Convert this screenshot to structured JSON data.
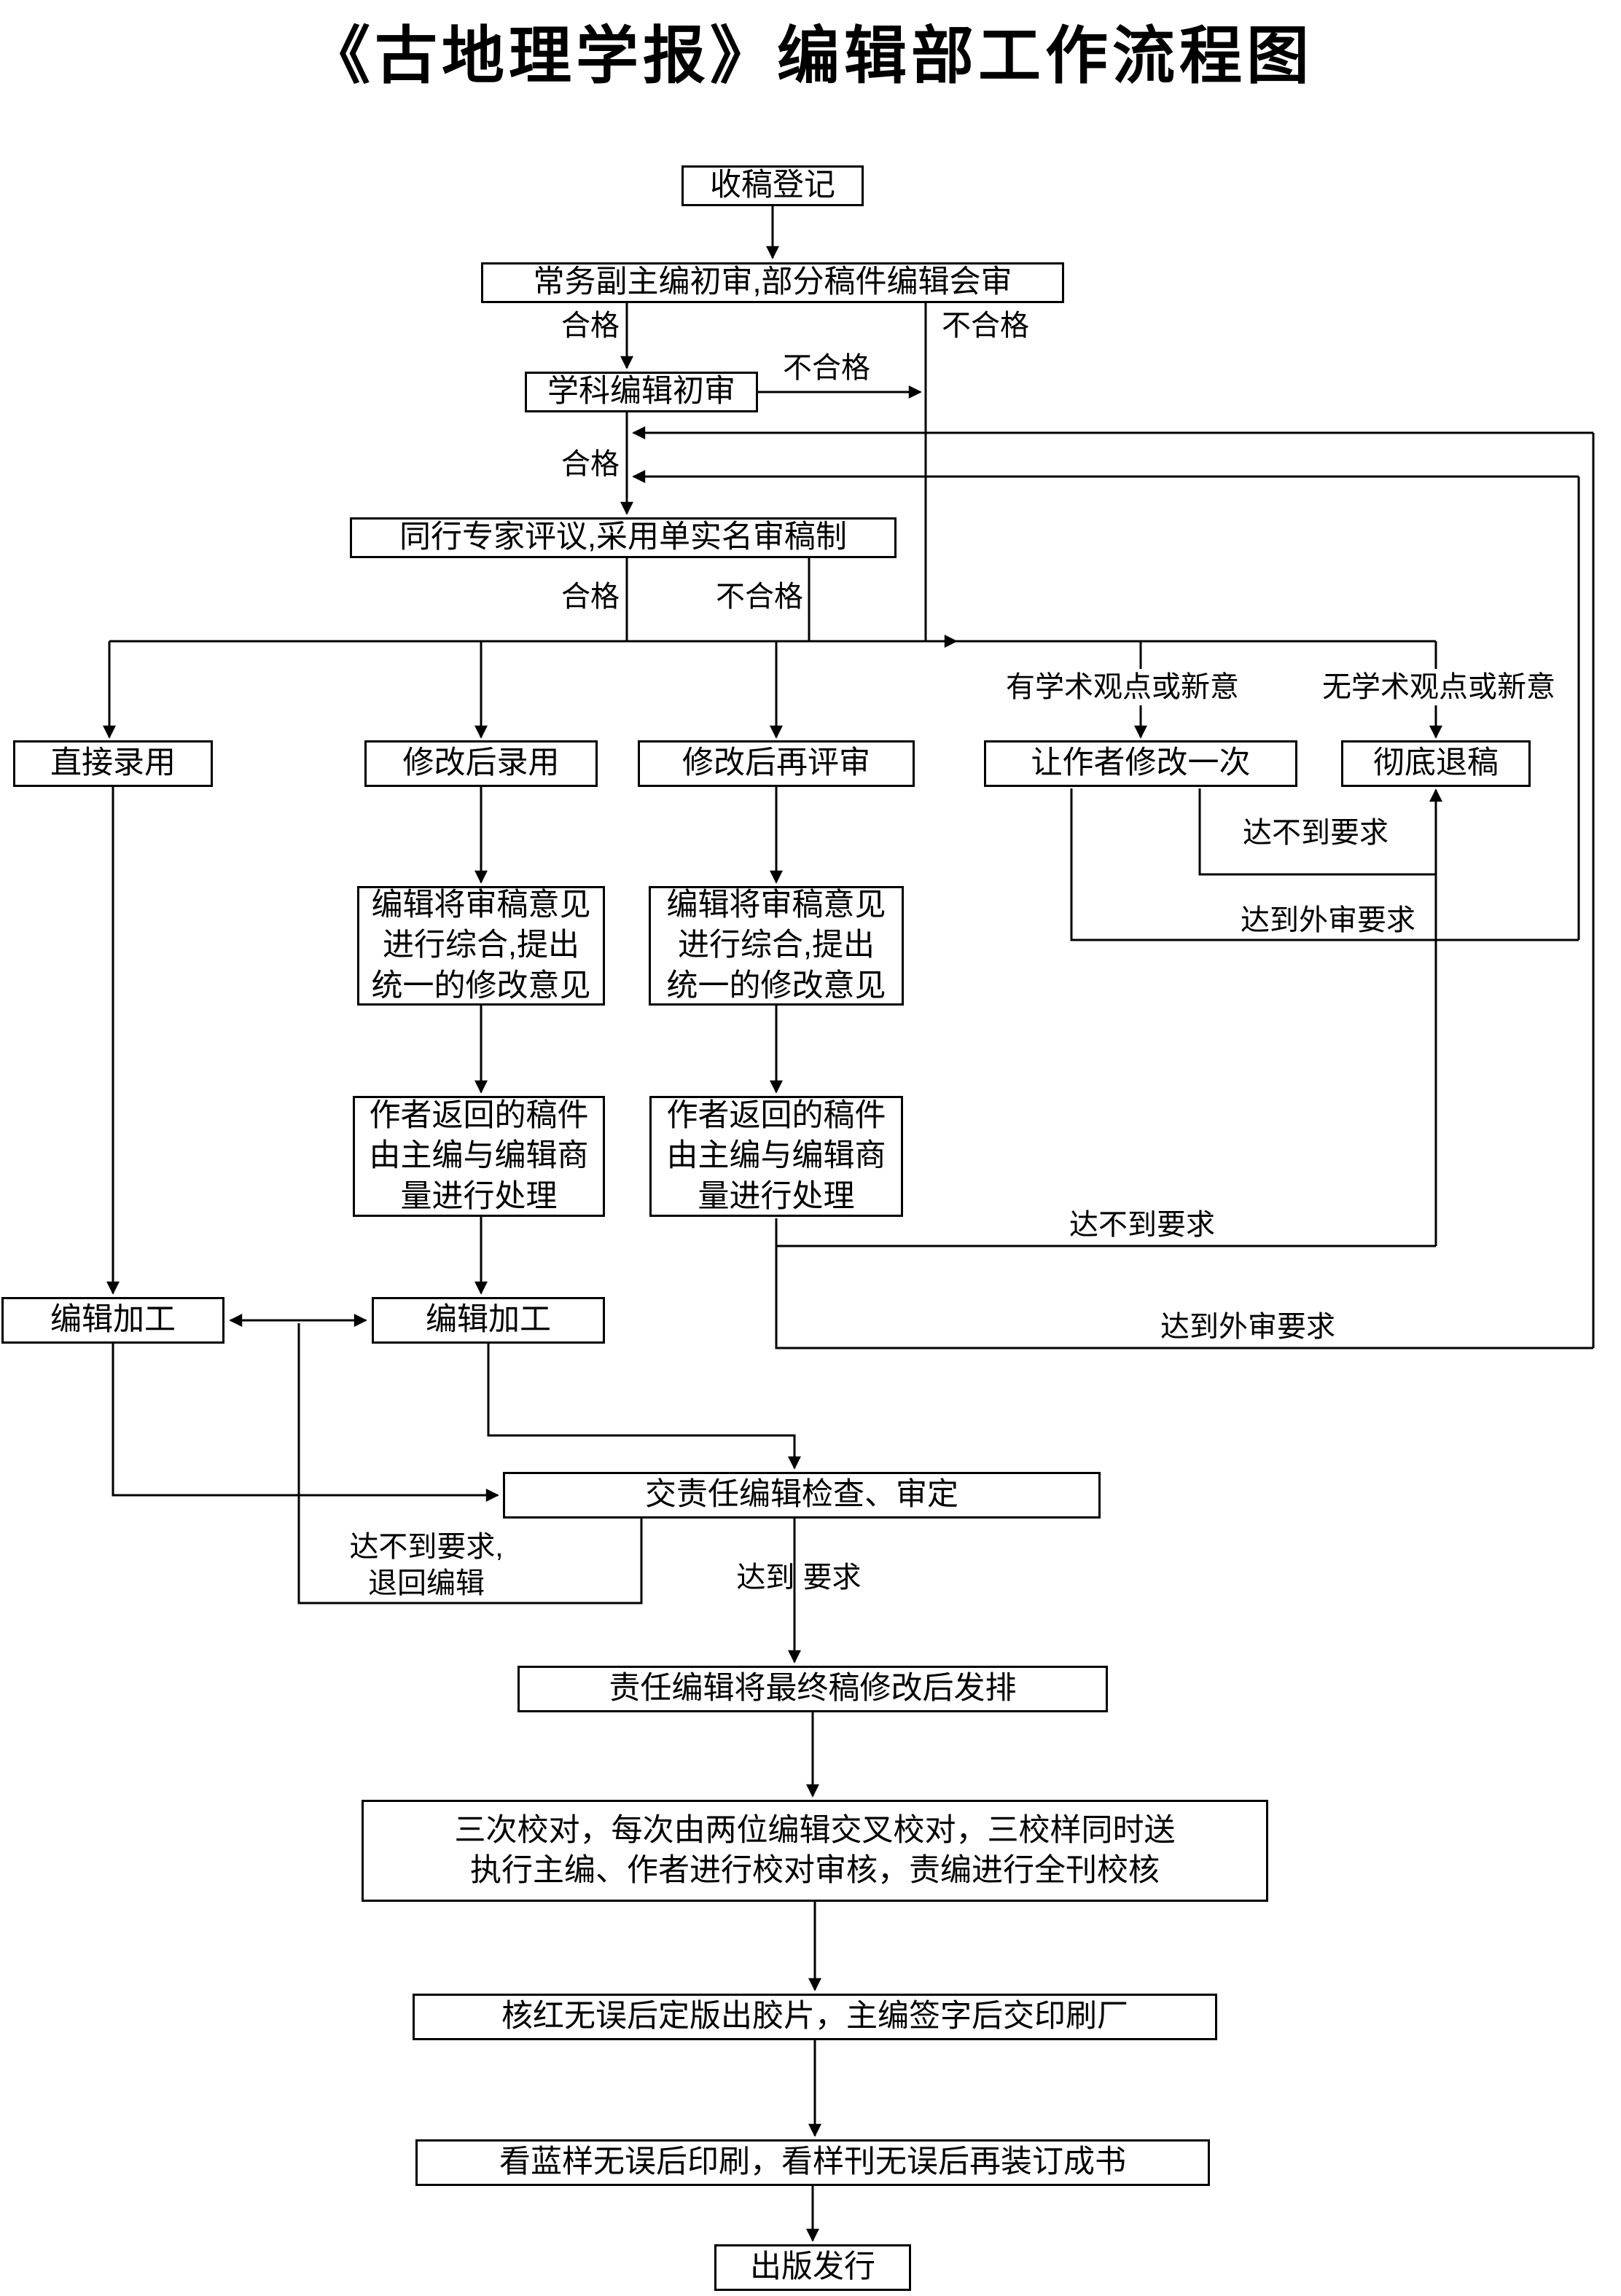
{
  "title": "《古地理学报》编辑部工作流程图",
  "nodes": {
    "registration": "收稿登记",
    "executive_review": "常务副主编初审,部分稿件编辑会审",
    "subject_review": "学科编辑初审",
    "peer_review": "同行专家评议,采用单实名审稿制",
    "direct_accept": "直接录用",
    "accept_after_revision": "修改后录用",
    "rereview_after_revision": "修改后再评审",
    "author_revise_once": "让作者修改一次",
    "final_rejection": "彻底退稿",
    "synthesize_left": "编辑将审稿意见\n进行综合,提出\n统一的修改意见",
    "synthesize_right": "编辑将审稿意见\n进行综合,提出\n统一的修改意见",
    "author_return_left": "作者返回的稿件\n由主编与编辑商\n量进行处理",
    "author_return_right": "作者返回的稿件\n由主编与编辑商\n量进行处理",
    "editing_left": "编辑加工",
    "editing_center": "编辑加工",
    "editor_check": "交责任编辑检查、审定",
    "final_typeset": "责任编辑将最终稿修改后发排",
    "three_proofreads": "三次校对，每次由两位编辑交叉校对，三校样同时送\n执行主编、作者进行校对审核，责编进行全刊校核",
    "film_output": "核红无误后定版出胶片，主编签字后交印刷厂",
    "blue_sample": "看蓝样无误后印刷，看样刊无误后再装订成书",
    "publish": "出版发行"
  },
  "labels": {
    "hege1": "合格",
    "buhege1": "不合格",
    "buhege2": "不合格",
    "hege2": "合格",
    "hege3": "合格",
    "buhege3": "不合格",
    "you_xueshu": "有学术观点或新意",
    "wu_xueshu": "无学术观点或新意",
    "dabudao1": "达不到要求",
    "dadao_waishen1": "达到外审要求",
    "dabudao2": "达不到要求",
    "dadao_waishen2": "达到外审要求",
    "dabudao_tuihui": "达不到要求,\n退回编辑",
    "dadao_yaoqiu": "达到 要求"
  }
}
